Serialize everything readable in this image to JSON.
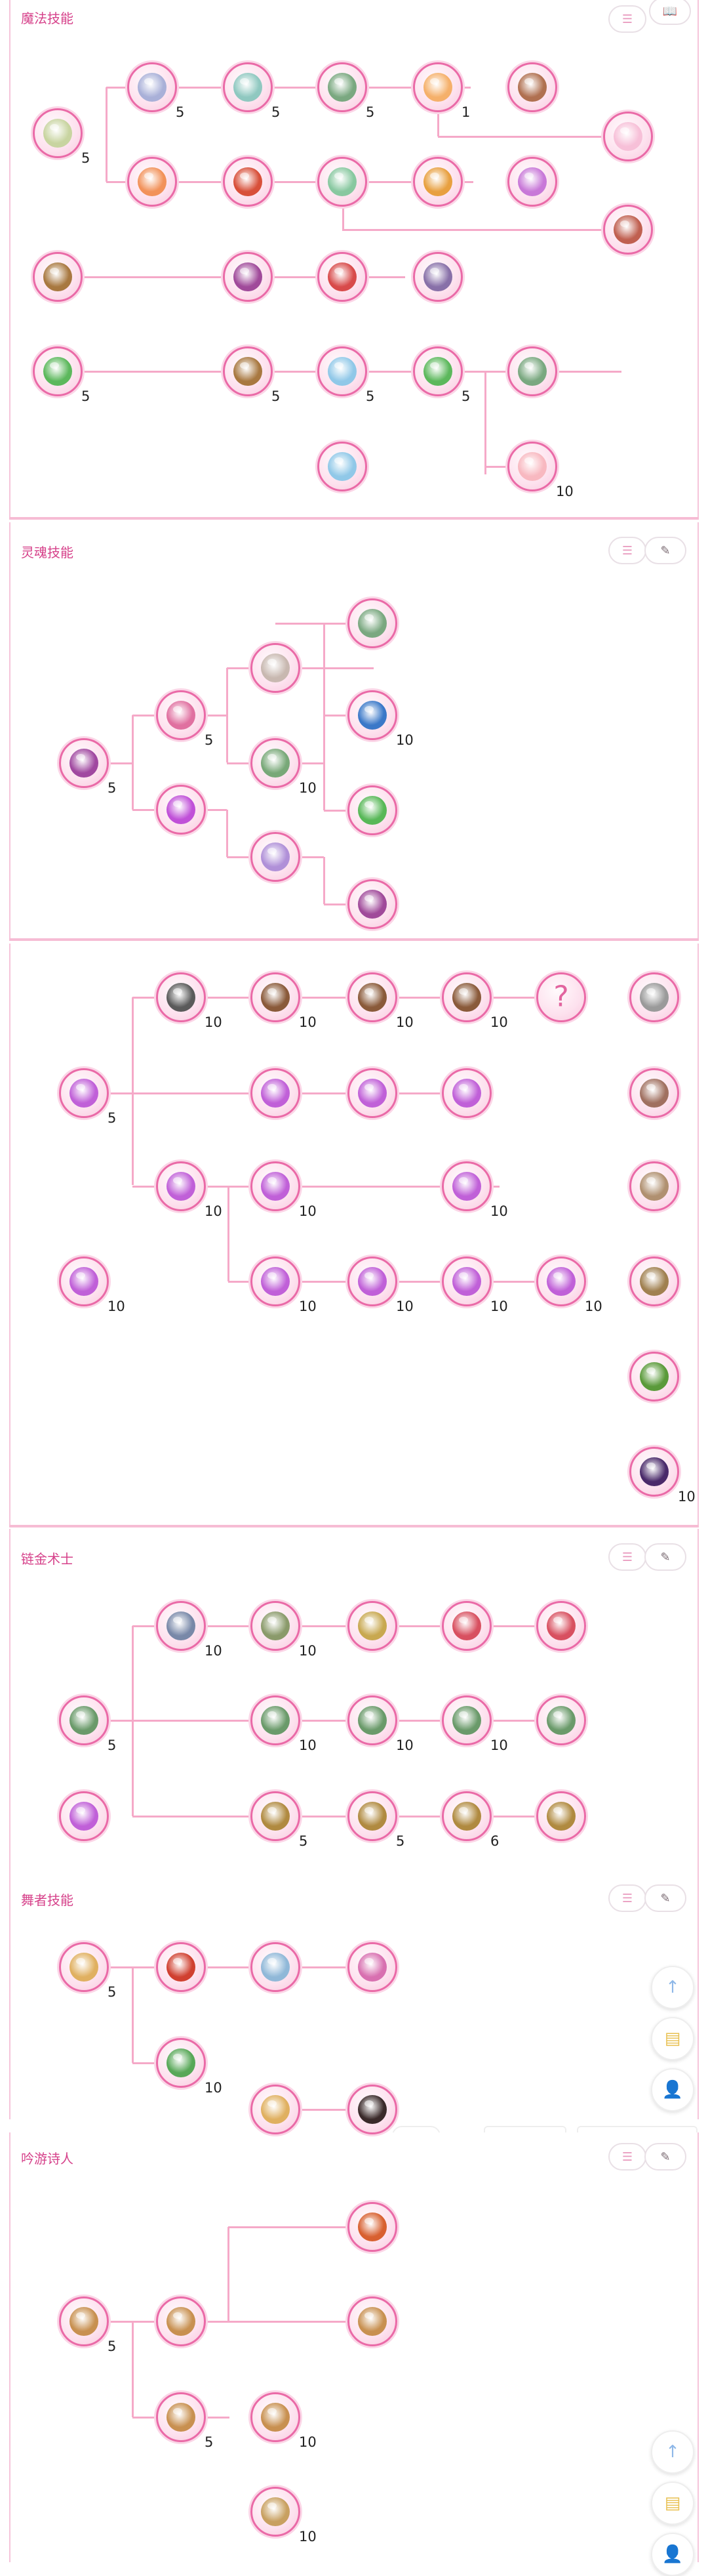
{
  "colors": {
    "accent": "#ea6aa7",
    "line": "#f5a9c8",
    "title": "#d6418a"
  },
  "toolbar": {
    "list_icon": "☰",
    "edit_icon": "✎",
    "book_icon": "📖"
  },
  "sections": {
    "magic": {
      "title": "魔法技能"
    },
    "spirit": {
      "title": "灵魂技能"
    },
    "machine": {
      "title": ""
    },
    "alchemist": {
      "title": "链金术士"
    },
    "dancer": {
      "title": "舞者技能"
    },
    "bard": {
      "title": "吟游诗人"
    }
  },
  "levels": [
    "5",
    "1",
    "10",
    "6",
    "?"
  ],
  "fab": {
    "up_icon": "↑",
    "note_icon": "▤",
    "contact_icon": "👤"
  },
  "skills": [
    {
      "icon": "staff-icon",
      "color": "#c8d4a0"
    },
    {
      "icon": "bolt-icon",
      "color": "#a9b0d8"
    },
    {
      "icon": "wind-icon",
      "color": "#8fc8c0"
    },
    {
      "icon": "spirit-icon",
      "color": "#7aa880"
    },
    {
      "icon": "orb-icon",
      "color": "#f5b06a"
    },
    {
      "icon": "chain-icon",
      "color": "#b07050"
    },
    {
      "icon": "light-icon",
      "color": "#f7c0d8"
    },
    {
      "icon": "fire-icon",
      "color": "#f2925a"
    },
    {
      "icon": "flame-icon",
      "color": "#d8503a"
    },
    {
      "icon": "leaf-icon",
      "color": "#88c8a0"
    },
    {
      "icon": "ring-icon",
      "color": "#e8a040"
    },
    {
      "icon": "arc-icon",
      "color": "#c878d8"
    },
    {
      "icon": "dots-icon",
      "color": "#c06050"
    },
    {
      "icon": "rune-icon",
      "color": "#a87840"
    },
    {
      "icon": "blade-icon",
      "color": "#a04a9a"
    },
    {
      "icon": "sun-icon",
      "color": "#d84a4a"
    },
    {
      "icon": "hook-icon",
      "color": "#8870a8"
    },
    {
      "icon": "figure-icon",
      "color": "#5cb85c"
    },
    {
      "icon": "crystal-icon",
      "color": "#90c8e8"
    },
    {
      "icon": "bubble-icon",
      "color": "#f8b8c0"
    },
    {
      "icon": "soul-icon",
      "color": "#a048a0"
    },
    {
      "icon": "wing-icon",
      "color": "#e070a0"
    },
    {
      "icon": "swirl-icon",
      "color": "#c8b8b0"
    },
    {
      "icon": "pillar-icon",
      "color": "#78a878"
    },
    {
      "icon": "crossx-icon",
      "color": "#3a78c8"
    },
    {
      "icon": "mp-icon",
      "color": "#58b858"
    },
    {
      "icon": "comet-icon",
      "color": "#c050d8"
    },
    {
      "icon": "arrow-icon",
      "color": "#b090d8"
    },
    {
      "icon": "hand-icon",
      "color": "#c060d8"
    },
    {
      "icon": "cart-icon",
      "color": "#5a5a5a"
    },
    {
      "icon": "hammer-icon",
      "color": "#8a5a3a"
    },
    {
      "icon": "anvil-icon",
      "color": "#9a9a9a"
    },
    {
      "icon": "cloth-icon",
      "color": "#a07060"
    },
    {
      "icon": "claw-icon",
      "color": "#b09070"
    },
    {
      "icon": "root-icon",
      "color": "#a08050"
    },
    {
      "icon": "tree-icon",
      "color": "#5a9a3a"
    },
    {
      "icon": "void-icon",
      "color": "#4a2a6a"
    },
    {
      "icon": "potion-icon",
      "color": "#7888a8"
    },
    {
      "icon": "flask-icon",
      "color": "#8a9a6a"
    },
    {
      "icon": "bottle-icon",
      "color": "#c8a850"
    },
    {
      "icon": "redflask-icon",
      "color": "#d85060"
    },
    {
      "icon": "plant-icon",
      "color": "#6a9a6a"
    },
    {
      "icon": "moth-icon",
      "color": "#b08a40"
    },
    {
      "icon": "fan-icon",
      "color": "#e0b060"
    },
    {
      "icon": "redfan-icon",
      "color": "#d04030"
    },
    {
      "icon": "bluefan-icon",
      "color": "#90b8d8"
    },
    {
      "icon": "pinkfan-icon",
      "color": "#d870b0"
    },
    {
      "icon": "greenfan-icon",
      "color": "#58a858"
    },
    {
      "icon": "blackfan-icon",
      "color": "#3a2a2a"
    },
    {
      "icon": "guitar-icon",
      "color": "#c89050"
    },
    {
      "icon": "fireguitar-icon",
      "color": "#d86030"
    },
    {
      "icon": "noteguitar-icon",
      "color": "#c8a060"
    }
  ]
}
